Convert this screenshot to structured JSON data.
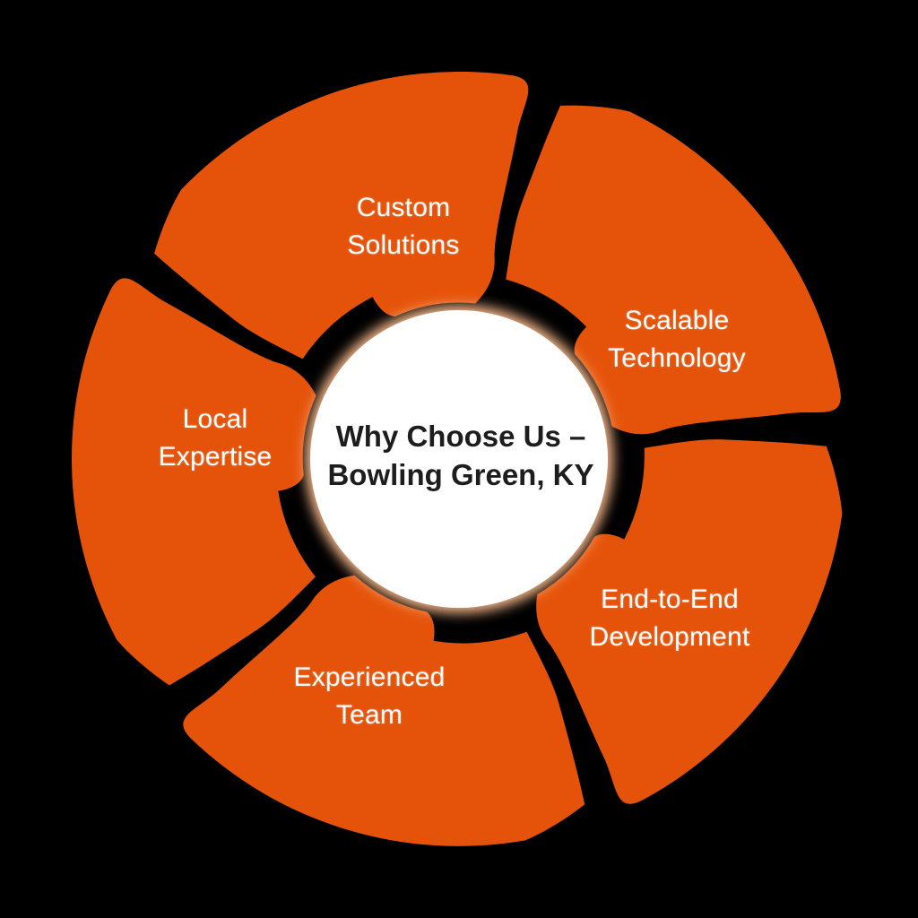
{
  "diagram": {
    "title": "Why Choose Us – Bowling Green, KY",
    "background_color": "#000000",
    "segment_color": "#E5530A",
    "glow_color": "#F6B78A",
    "center": {
      "line1": "Why Choose Us –",
      "line2": "Bowling Green, KY",
      "fill_color": "#FFFFFF",
      "text_color": "#1D1D1D"
    },
    "segments": [
      {
        "id": "custom-solutions",
        "label": "Custom Solutions",
        "line1": "Custom",
        "line2": "Solutions",
        "position": "top"
      },
      {
        "id": "scalable-technology",
        "label": "Scalable Technology",
        "line1": "Scalable",
        "line2": "Technology",
        "position": "upper-right"
      },
      {
        "id": "end-to-end-development",
        "label": "End-to-End Development",
        "line1": "End-to-End",
        "line2": "Development",
        "position": "lower-right"
      },
      {
        "id": "experienced-team",
        "label": "Experienced Team",
        "line1": "Experienced",
        "line2": "Team",
        "position": "bottom"
      },
      {
        "id": "local-expertise",
        "label": "Local Expertise",
        "line1": "Local",
        "line2": "Expertise",
        "position": "left"
      }
    ]
  }
}
